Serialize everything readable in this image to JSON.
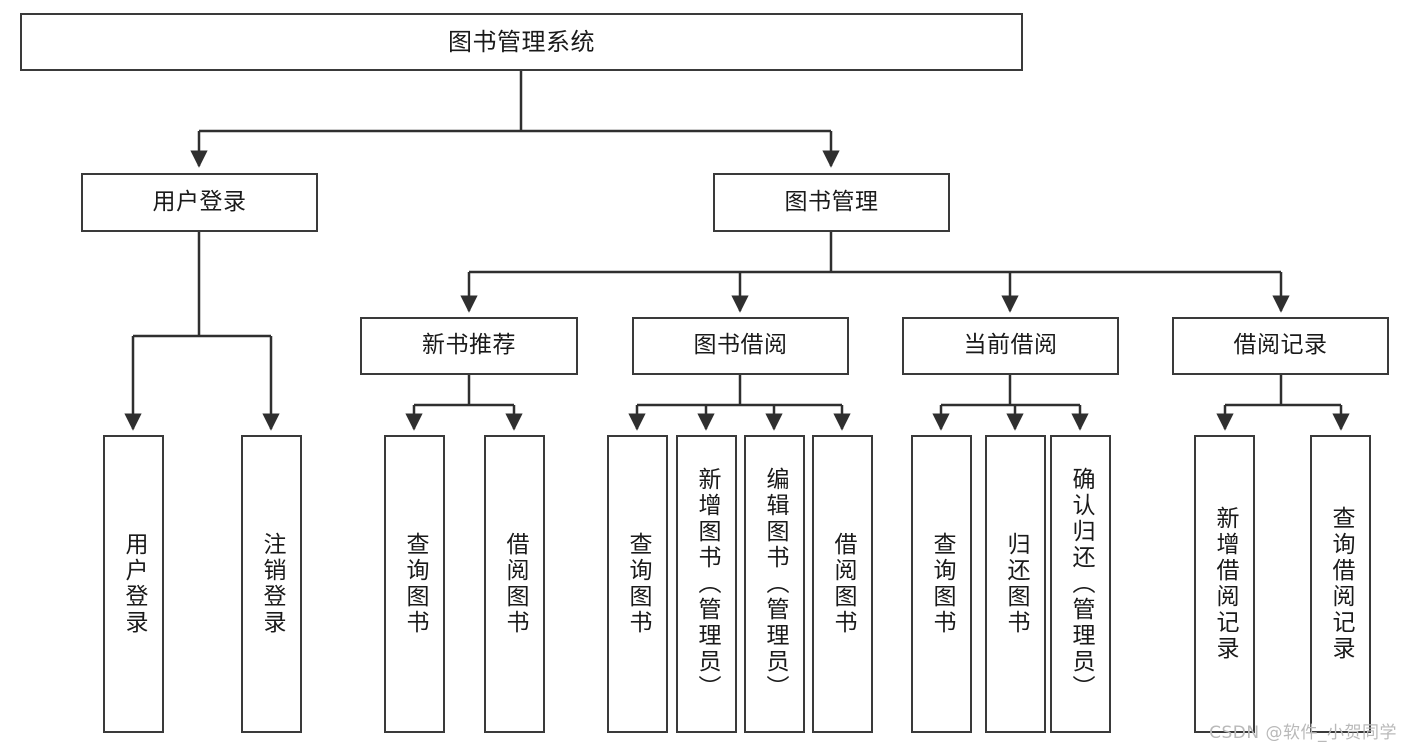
{
  "diagram": {
    "type": "tree",
    "title": "图书管理系统",
    "orientation": "top-down",
    "colors": {
      "box_border": "#3a3a3a",
      "box_fill": "#ffffff",
      "edge": "#2f2f2f",
      "text": "#1a1a1a",
      "watermark": "#b9b9b9",
      "background": "#ffffff"
    }
  },
  "root": {
    "label": "图书管理系统"
  },
  "level2": [
    {
      "label": "用户登录"
    },
    {
      "label": "图书管理"
    }
  ],
  "level3": [
    {
      "label": "新书推荐"
    },
    {
      "label": "图书借阅"
    },
    {
      "label": "当前借阅"
    },
    {
      "label": "借阅记录"
    }
  ],
  "leaves": {
    "user_login": [
      {
        "label": "用户登录"
      },
      {
        "label": "注销登录"
      }
    ],
    "new_book": [
      {
        "label": "查询图书"
      },
      {
        "label": "借阅图书"
      }
    ],
    "book_borrow": [
      {
        "label": "查询图书"
      },
      {
        "label": "新增图书（管理员）"
      },
      {
        "label": "编辑图书（管理员）"
      },
      {
        "label": "借阅图书"
      }
    ],
    "current_borrow": [
      {
        "label": "查询图书"
      },
      {
        "label": "归还图书"
      },
      {
        "label": "确认归还（管理员）"
      }
    ],
    "borrow_record": [
      {
        "label": "新增借阅记录"
      },
      {
        "label": "查询借阅记录"
      }
    ]
  },
  "watermark": {
    "text": "CSDN @软件_小贺同学"
  }
}
